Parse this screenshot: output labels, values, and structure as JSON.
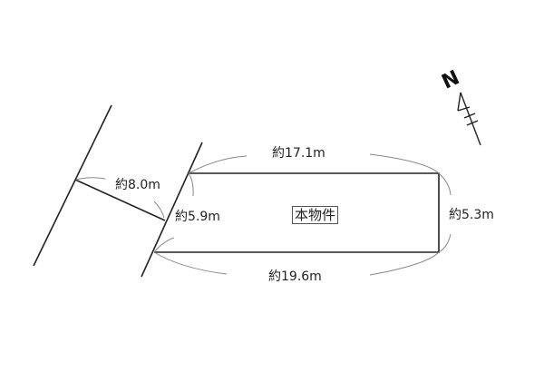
{
  "diagram": {
    "type": "land-plot-survey",
    "property_label": "本物件",
    "north_label": "N",
    "dimensions": {
      "top": "約17.1m",
      "bottom": "約19.6m",
      "right": "約5.3m",
      "left_frontage": "約5.9m",
      "road_width": "約8.0m"
    },
    "colors": {
      "line": "#222222",
      "arc": "#888888",
      "background": "#ffffff"
    }
  }
}
